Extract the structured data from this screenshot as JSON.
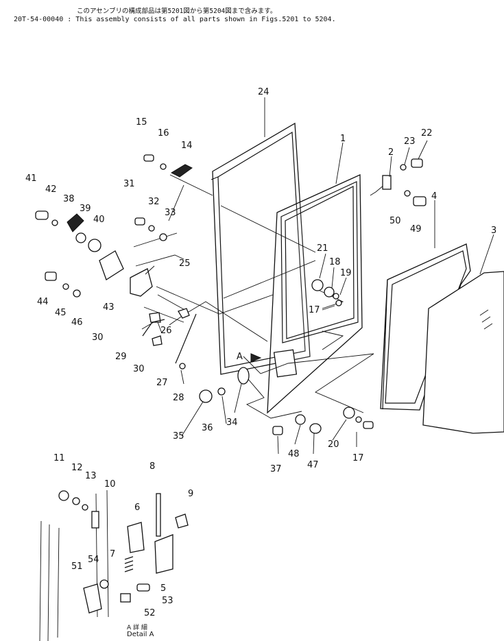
{
  "header": {
    "line1": "このアセンブリの構成部品は第5201図から第5204図まで含みます。",
    "line2": "20T-54-00040 : This assembly consists of all parts shown in Figs.5201 to 5204."
  },
  "view_marker": "A",
  "detail_caption": {
    "jp": "A 詳 細",
    "en": "Detail A"
  },
  "callouts": [
    "1",
    "2",
    "3",
    "4",
    "5",
    "6",
    "7",
    "8",
    "9",
    "10",
    "11",
    "12",
    "13",
    "14",
    "15",
    "16",
    "17",
    "17",
    "18",
    "19",
    "20",
    "21",
    "22",
    "23",
    "24",
    "25",
    "26",
    "27",
    "28",
    "29",
    "30",
    "30",
    "31",
    "32",
    "33",
    "34",
    "35",
    "36",
    "37",
    "38",
    "39",
    "40",
    "41",
    "42",
    "43",
    "44",
    "45",
    "46",
    "47",
    "48",
    "49",
    "50",
    "51",
    "52",
    "53",
    "54"
  ]
}
